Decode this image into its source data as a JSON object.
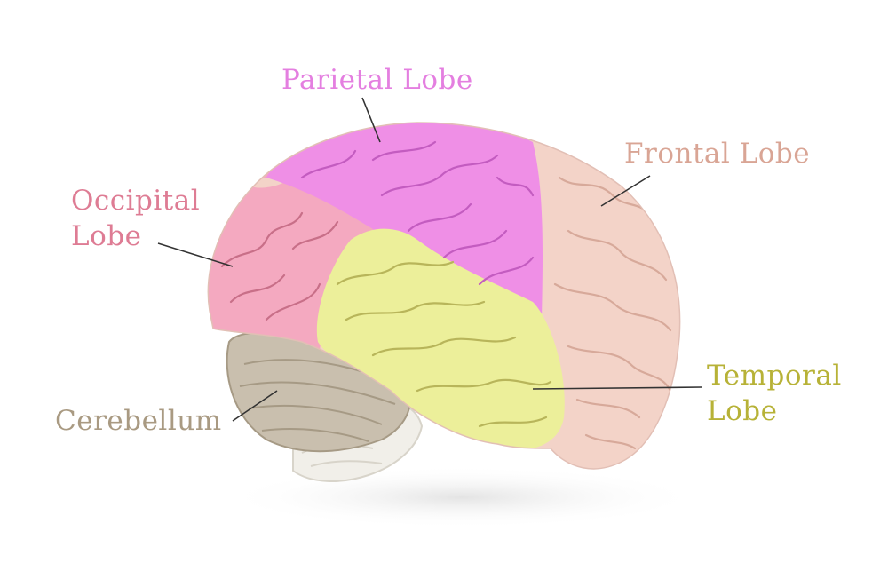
{
  "labels": {
    "parietal": "Parietal Lobe",
    "frontal": "Frontal Lobe",
    "occipital_line1": "Occipital",
    "occipital_line2": "Lobe",
    "temporal_line1": "Temporal",
    "temporal_line2": "Lobe",
    "cerebellum": "Cerebellum"
  },
  "colors": {
    "parietal": "#e47fe0",
    "frontal": "#d9a595",
    "occipital": "#de7c94",
    "temporal": "#b7b237",
    "cerebellum": "#a99a82",
    "leader_line": "#333333"
  }
}
